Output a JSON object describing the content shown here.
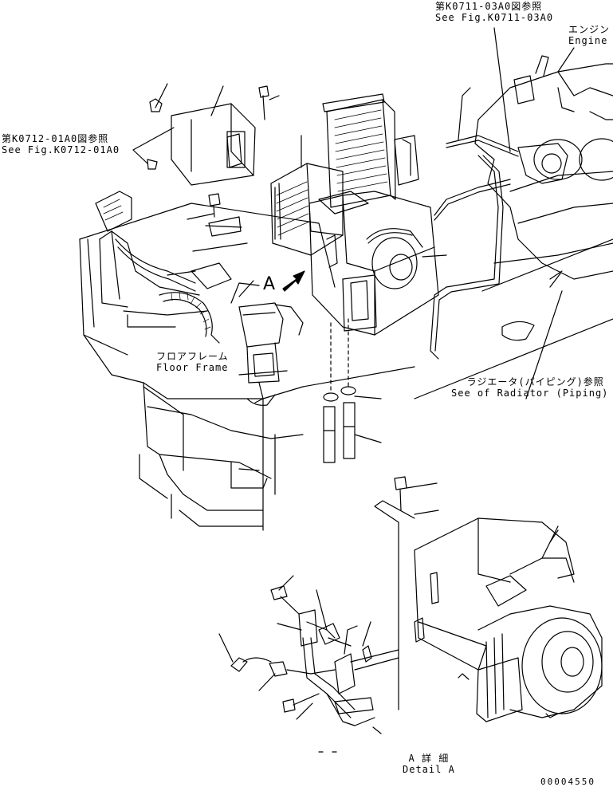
{
  "labels": {
    "fig_k0711_jp": "第K0711-03A0図参照",
    "fig_k0711_en": "See Fig.K0711-03A0",
    "engine_jp": "エンジン",
    "engine_en": "Engine",
    "fig_k0712_jp": "第K0712-01A0図参照",
    "fig_k0712_en": "See Fig.K0712-01A0",
    "floor_frame_jp": "フロアフレーム",
    "floor_frame_en": "Floor Frame",
    "radiator_jp": "ラジエータ(パイピング)参照",
    "radiator_en": "See of Radiator (Piping)",
    "detail_jp": "A 詳 細",
    "detail_en": "Detail A",
    "view_mark": "A",
    "drawing_number": "00004550"
  }
}
